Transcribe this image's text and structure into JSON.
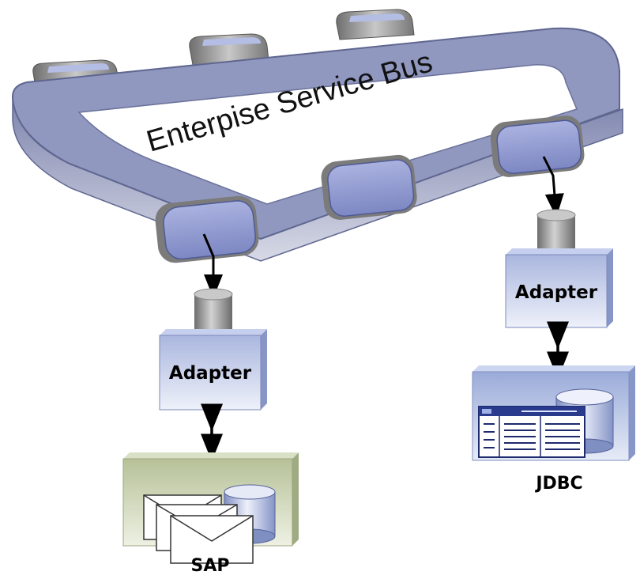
{
  "bus": {
    "title": "Enterpise Service Bus"
  },
  "adapters": {
    "left": {
      "label": "Adapter"
    },
    "right": {
      "label": "Adapter"
    }
  },
  "systems": {
    "sap": {
      "label": "SAP"
    },
    "jdbc": {
      "label": "JDBC"
    }
  },
  "colors": {
    "bus_frame": "#8e96bd",
    "bus_panel": "#ffffff",
    "port": "#8e98cc",
    "adapter_box": "#b7c2e3",
    "cylinder": "#9a9a9a",
    "sap_box": "#cdd6b4",
    "jdbc_box": "#b9c6e6"
  }
}
